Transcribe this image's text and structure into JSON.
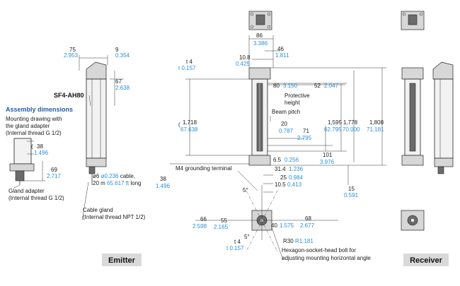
{
  "diagram": {
    "model": "SF4-AH80",
    "assembly_title": "Assembly dimensions",
    "assembly_desc": [
      "Mounting drawing with",
      "the gland adapter",
      "(Internal thread G 1/2)"
    ],
    "gland_adapter": [
      "Gland adapter",
      "(Internal thread G 1/2)"
    ],
    "cable_gland": [
      "Cable gland",
      "(Internal thread NPT 1/2)"
    ],
    "cable": [
      "ø6 ",
      "ø0.236",
      " cable,",
      "20 m ",
      "65.617 ft",
      " long"
    ],
    "labels": {
      "protective_height": [
        "Protective",
        "height"
      ],
      "beam_pitch": "Beam pitch",
      "m4_terminal": "M4 grounding terminal",
      "hex_bolt": [
        "Hexagon-socket-head bolt for",
        "adjusting mounting horizontal angle"
      ],
      "emitter": "Emitter",
      "receiver": "Receiver"
    },
    "dims": {
      "d75": {
        "mm": "75",
        "in": "2.953"
      },
      "d9": {
        "mm": "9",
        "in": "0.354"
      },
      "d67": {
        "mm": "67",
        "in": "2.638"
      },
      "d38a": {
        "mm": "38",
        "in": "1.496"
      },
      "d69": {
        "mm": "69",
        "in": "2.717"
      },
      "d1718": {
        "mm": "1,718",
        "in": "67.638"
      },
      "d38b": {
        "mm": "38",
        "in": "1.496"
      },
      "d86": {
        "mm": "86",
        "in": "3.386"
      },
      "d10_8": {
        "mm": "10.8",
        "in": "0.425"
      },
      "d46": {
        "mm": "46",
        "in": "1.811"
      },
      "t4a": {
        "mm": "t 4",
        "in": "t 0.157"
      },
      "d80": {
        "mm": "80",
        "in": "3.150"
      },
      "d52": {
        "mm": "52",
        "in": "2.047"
      },
      "d1595": {
        "mm": "1,595",
        "in": "62.795"
      },
      "d1778": {
        "mm": "1,778",
        "in": "70.000"
      },
      "d1808": {
        "mm": "1,808",
        "in": "71.181"
      },
      "d20": {
        "mm": "20",
        "in": "0.787"
      },
      "d71": {
        "mm": "71",
        "in": "2.795"
      },
      "d101": {
        "mm": "101",
        "in": "3.976"
      },
      "d6_5": {
        "mm": "6.5",
        "in": "0.256"
      },
      "d15": {
        "mm": "15",
        "in": "0.591"
      },
      "d31_4": {
        "mm": "31.4",
        "in": "1.236"
      },
      "d25": {
        "mm": "25",
        "in": "0.984"
      },
      "d10_5": {
        "mm": "10.5",
        "in": "0.413"
      },
      "d66": {
        "mm": "66",
        "in": "2.598"
      },
      "d55": {
        "mm": "55",
        "in": "2.165"
      },
      "d40": {
        "mm": "40",
        "in": "1.575"
      },
      "d68": {
        "mm": "68",
        "in": "2.677"
      },
      "r30": {
        "mm": "R30",
        "in": "R1.181"
      },
      "t4b": {
        "mm": "t 4",
        "in": "t 0.157"
      },
      "angle": "5°"
    }
  }
}
